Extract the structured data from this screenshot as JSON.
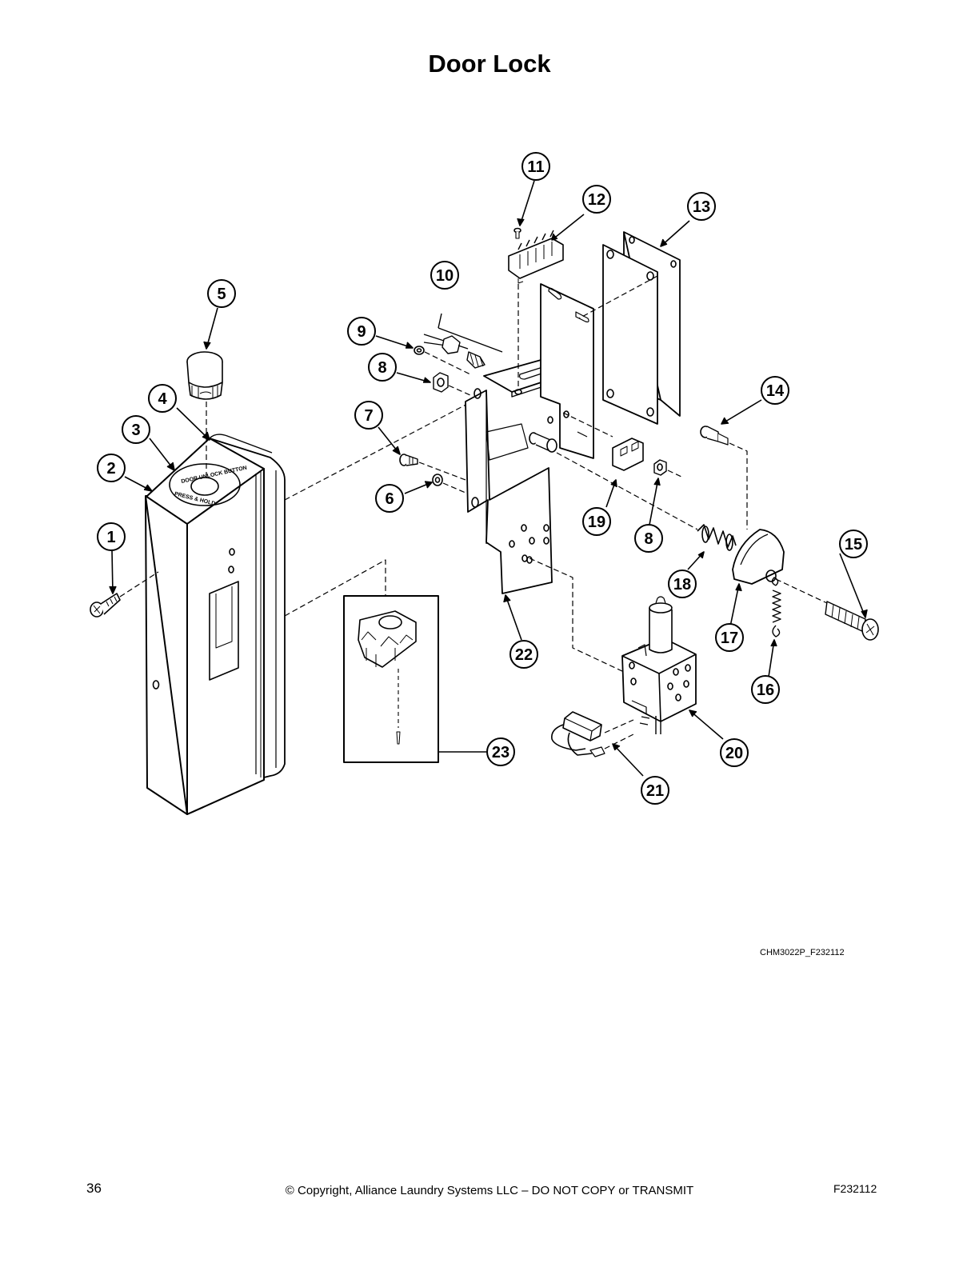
{
  "page": {
    "title": "Door Lock",
    "drawing_id": "CHM3022P_F232112",
    "page_number": "36",
    "copyright": "© Copyright, Alliance Laundry Systems LLC – DO NOT COPY or TRANSMIT",
    "doc_id": "F232112"
  },
  "diagram": {
    "button_stamp_top": "DOOR UNLOCK BUTTON",
    "button_stamp_bottom": "PRESS & HOLD",
    "callouts": [
      {
        "num": "1"
      },
      {
        "num": "2"
      },
      {
        "num": "3"
      },
      {
        "num": "4"
      },
      {
        "num": "5"
      },
      {
        "num": "6"
      },
      {
        "num": "7"
      },
      {
        "num": "8"
      },
      {
        "num": "9"
      },
      {
        "num": "10"
      },
      {
        "num": "11"
      },
      {
        "num": "12"
      },
      {
        "num": "13"
      },
      {
        "num": "14"
      },
      {
        "num": "15"
      },
      {
        "num": "16"
      },
      {
        "num": "17"
      },
      {
        "num": "18"
      },
      {
        "num": "19"
      },
      {
        "num": "8"
      },
      {
        "num": "20"
      },
      {
        "num": "21"
      },
      {
        "num": "22"
      },
      {
        "num": "23"
      }
    ]
  }
}
